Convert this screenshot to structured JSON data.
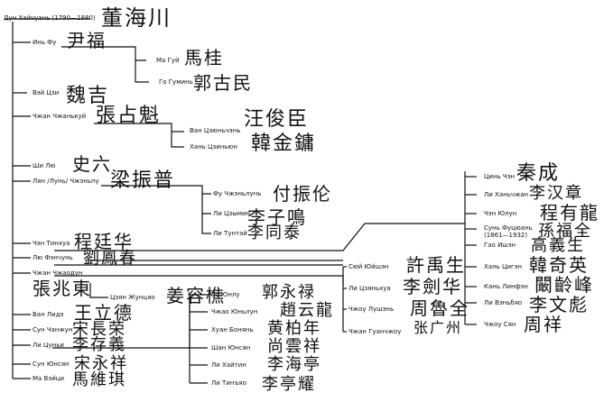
{
  "tree": {
    "root": {
      "label": "Дун Хайчуань (1790—1880)",
      "hanzi": "董海川"
    },
    "level1": [
      {
        "id": "yin_fu",
        "label": "Инь Фу",
        "hanzi": "尹福"
      },
      {
        "id": "ma_gui",
        "label": "Ма Гуй",
        "hanzi": "馬桂"
      },
      {
        "id": "go_gumin",
        "label": "Го Гуминь",
        "hanzi": "郭古民"
      },
      {
        "id": "wei_ji",
        "label": "Вэй Цзи",
        "hanzi": "魏吉"
      },
      {
        "id": "zhang_zhankui",
        "label": "Чжан Чжанькуй",
        "hanzi": "張占魁"
      },
      {
        "id": "wang_junchen",
        "label": "Ван Цзюньчэнь",
        "hanzi": "汪俊臣"
      },
      {
        "id": "han_jinyong",
        "label": "Хань Цзиньюн",
        "hanzi": "韓金鏞"
      },
      {
        "id": "shi_liu",
        "label": "Ши Лю",
        "hanzi": "史六"
      },
      {
        "id": "liang_zhenpu",
        "label": "Лян /Лунь/ Чжэньпу",
        "hanzi": "梁振普"
      },
      {
        "id": "fu_zhenlun",
        "label": "Фу Чжэньлунь",
        "hanzi": "付振伦"
      },
      {
        "id": "li_ziming",
        "label": "Ли Цзымин",
        "hanzi": "李子鳴"
      },
      {
        "id": "li_tuntai",
        "label": "Ли Тунтай",
        "hanzi": "李同泰"
      },
      {
        "id": "cheng_tinghua",
        "label": "Чэн Тинхуа",
        "hanzi": "程廷华"
      },
      {
        "id": "liu_fengchun",
        "label": "Лю Фэнчунь",
        "hanzi": "劉鳳春"
      },
      {
        "id": "zhang_zhaodong",
        "label": "Чжан Чжаодун",
        "hanzi": "張兆東"
      },
      {
        "id": "jiang_rongqiao",
        "label": "Цзян Жунцяо",
        "hanzi": "姜容樵"
      },
      {
        "id": "wang_lide",
        "label": "Ван Лидэ",
        "hanzi": "王立德"
      },
      {
        "id": "song_changrong",
        "label": "Сун Чанжун",
        "hanzi": "宋長荣"
      },
      {
        "id": "li_cunyi",
        "label": "Ли Цуньи",
        "hanzi": "李存義"
      },
      {
        "id": "song_yongxiang",
        "label": "Сун Юнсян",
        "hanzi": "宋永祥"
      },
      {
        "id": "ma_weiqi",
        "label": "Ма Вэйци",
        "hanzi": "馬維琪"
      }
    ],
    "middle": [
      {
        "id": "guo_yonglu",
        "label": "Го Юнлу",
        "hanzi": "郭永禄"
      },
      {
        "id": "zhao_yunlong",
        "label": "Чжао Юньлун",
        "hanzi": "趙云龍"
      },
      {
        "id": "huan_bonian",
        "label": "Хуан Бонянь",
        "hanzi": "黄柏年"
      },
      {
        "id": "shang_yunxiang",
        "label": "Шан Юнсян",
        "hanzi": "尚雲祥"
      },
      {
        "id": "li_haiting",
        "label": "Ли Хайтин",
        "hanzi": "李海亭"
      },
      {
        "id": "li_tinyao",
        "label": "Ли Тинъяо",
        "hanzi": "李亭耀"
      },
      {
        "id": "xu_yusheng",
        "label": "Сюй Юйшэн",
        "hanzi": "許禹生"
      },
      {
        "id": "li_jianhua",
        "label": "Ли Цзяньхуа",
        "hanzi": "李劍华"
      },
      {
        "id": "zhou_shaoquan",
        "label": "Чжоу Лушэнь",
        "hanzi": "周魯全"
      },
      {
        "id": "zhang_guangzhou",
        "label": "Чжан Гуанчжоу",
        "hanzi": "张广州"
      }
    ],
    "right": [
      {
        "id": "qin_cheng",
        "label": "Цинь Чэн",
        "hanzi": "秦成"
      },
      {
        "id": "li_hanzhang",
        "label": "Ли Ханьчжан",
        "hanzi": "李汉章"
      },
      {
        "id": "cheng_youlong",
        "label": "Чэн Юлун",
        "hanzi": "程有龍"
      },
      {
        "id": "sun_fuquan",
        "label": "Сунь Фуцюань\n(1861—1932)",
        "hanzi": "孫福全"
      },
      {
        "id": "gao_yisheng",
        "label": "Гао Ишэн",
        "hanzi": "高義生"
      },
      {
        "id": "han_qiying",
        "label": "Хань Цигэн",
        "hanzi": "韓奇英"
      },
      {
        "id": "kan_linfeng",
        "label": "Кань Линфэн",
        "hanzi": "闞齡峰"
      },
      {
        "id": "li_wenbiao",
        "label": "Ли Вэньбяо",
        "hanzi": "李文彪"
      },
      {
        "id": "zhou_xiang",
        "label": "Чжоу Сян",
        "hanzi": "周祥"
      }
    ]
  }
}
